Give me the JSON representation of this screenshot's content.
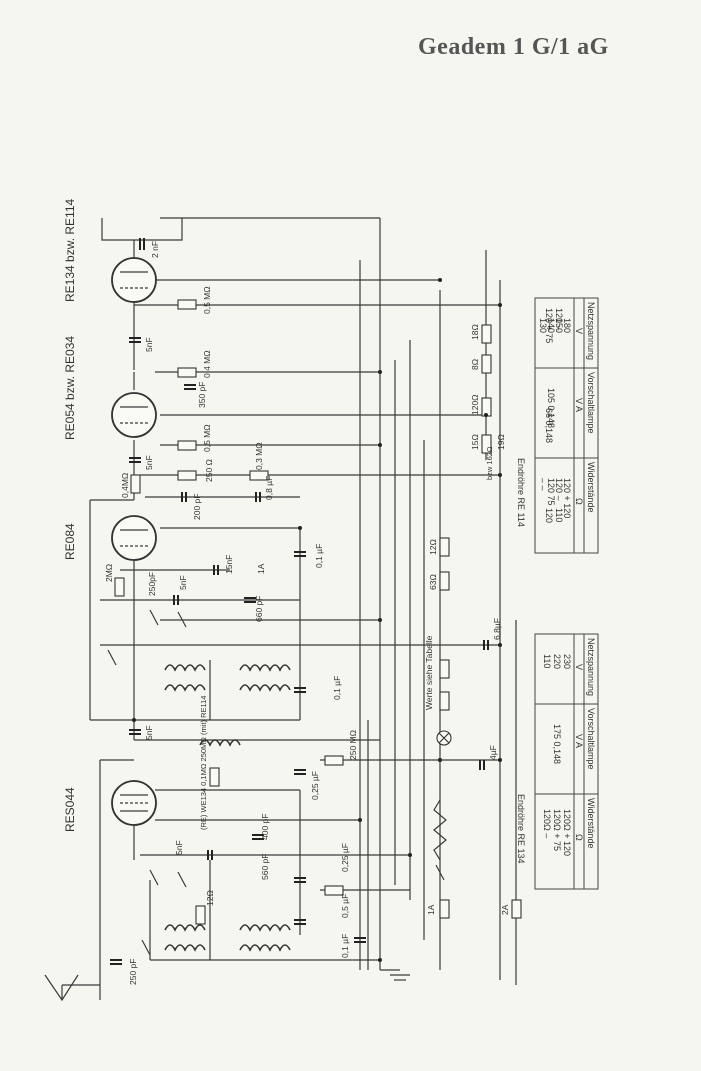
{
  "title": "Geadem 1 G/1 aG",
  "tubes": {
    "rf": "RE134 bzw. RE114",
    "det": "RE054 bzw. RE034",
    "amp": "RE084",
    "out": "RES044"
  },
  "components": {
    "c_top": "2 nF",
    "r_05_top": "0,5 MΩ",
    "c_5nf_a": "5nF",
    "r_04": "0,4 MΩ",
    "c_350": "350 pF",
    "r_05_mid": "0,5 MΩ",
    "c_5nf_b": "5nF",
    "r_04m": "0,4MΩ",
    "r_250": "250 Ω",
    "r_03": "0,3 MΩ",
    "c_200": "200 pF",
    "c_08": "0,8 µF",
    "r_2m": "2MΩ",
    "c_250pf": "250pF",
    "c_5nf_c": "5nF",
    "c_15nf": "15nF",
    "c_01_a": "0,1 µF",
    "c_660": "660 pF",
    "c_01_b": "0,1 µF",
    "c_5nf_d": "5nF",
    "r_250m": "250 MΩ",
    "r_combo": "(RE) WE134 0,1MΩ 250MΩ (mit) RE114",
    "c_025_a": "0,25 µF",
    "c_5nf_e": "5nF",
    "c_400": "400 pF",
    "c_560": "560 pF",
    "r_12": "12Ω",
    "c_025_b": "0,25 µF",
    "c_05": "0,5 µF",
    "c_01_c": "0,1 µF",
    "c_250_ant": "250 pF",
    "r_18": "18Ω",
    "r_8": "8Ω",
    "r_120": "120Ω",
    "r_15": "15Ω",
    "r_19": "19Ω",
    "r_bw": "bzw 162Ω",
    "r_12b": "12Ω",
    "r_63": "63Ω",
    "c_68": "6,8µF",
    "note": "Werte siehe Tabelle",
    "c_4": "4µF",
    "fuse_a": "1A",
    "fuse_b": "2A"
  },
  "table1": {
    "caption": "Endröhre RE 114",
    "headers": [
      "Netzspannung",
      "Vorschaltlampe",
      "Widerstände"
    ],
    "units": [
      "V",
      "V  A",
      "Ω"
    ],
    "rows": [
      [
        "180",
        "",
        "120 + 120"
      ],
      [
        "150",
        "",
        "120  –"
      ],
      [
        "140",
        "105  0,148",
        "120  75"
      ],
      [
        "130",
        "",
        "–  –"
      ],
      [
        "120",
        "66  0,148",
        "120 + 75"
      ],
      [
        "110",
        "",
        "120  –"
      ]
    ]
  },
  "table2": {
    "caption": "Endröhre RE 134",
    "headers": [
      "Netzspannung",
      "Vorschaltlampe",
      "Widerstände"
    ],
    "units": [
      "V",
      "V  A",
      "Ω"
    ],
    "rows": [
      [
        "230",
        "",
        "120Ω + 120"
      ],
      [
        "220",
        "175  0,148",
        "120Ω + 75"
      ],
      [
        "110",
        "",
        "120Ω  –"
      ]
    ]
  }
}
